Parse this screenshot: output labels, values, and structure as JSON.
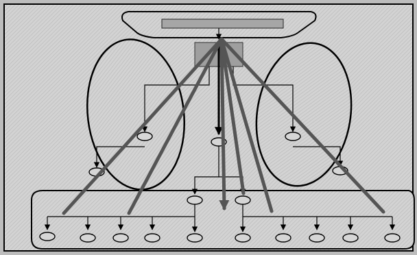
{
  "diagram": {
    "colors": {
      "page_bg": "#bdbdbd",
      "panel_bg": "#d3d3d3",
      "hatch_line": "#bbbbbb",
      "shape_fill": "#cfcfcf",
      "header_bar": "#a6a6a6",
      "hub_box": "#9f9f9f",
      "stroke": "#000000",
      "thick_line": "#555555"
    },
    "nodes": [
      {
        "id": "top-header-bar",
        "kind": "bar"
      },
      {
        "id": "hub-box",
        "kind": "box"
      },
      {
        "id": "left-lobe",
        "kind": "ellipse"
      },
      {
        "id": "right-lobe",
        "kind": "ellipse"
      },
      {
        "id": "bottom-band",
        "kind": "band"
      },
      {
        "id": "left-inner-node",
        "kind": "ellipse"
      },
      {
        "id": "left-lower-node",
        "kind": "ellipse"
      },
      {
        "id": "center-node",
        "kind": "ellipse"
      },
      {
        "id": "right-inner-node",
        "kind": "ellipse"
      },
      {
        "id": "right-lower-node",
        "kind": "ellipse"
      },
      {
        "id": "mid-left-node",
        "kind": "ellipse"
      },
      {
        "id": "mid-right-node",
        "kind": "ellipse"
      },
      {
        "id": "leaf-node-1",
        "kind": "ellipse"
      },
      {
        "id": "leaf-node-2",
        "kind": "ellipse"
      },
      {
        "id": "leaf-node-3",
        "kind": "ellipse"
      },
      {
        "id": "leaf-node-4",
        "kind": "ellipse"
      },
      {
        "id": "leaf-node-5",
        "kind": "ellipse"
      },
      {
        "id": "leaf-node-6",
        "kind": "ellipse"
      },
      {
        "id": "leaf-node-7",
        "kind": "ellipse"
      },
      {
        "id": "leaf-node-8",
        "kind": "ellipse"
      },
      {
        "id": "leaf-node-9",
        "kind": "ellipse"
      },
      {
        "id": "leaf-node-10",
        "kind": "ellipse"
      }
    ],
    "connections": [
      {
        "from": "hub-box",
        "to": "center-node",
        "weight": "medium",
        "arrow": true
      },
      {
        "from": "hub-box",
        "to": "bottom-band",
        "weight": "thick",
        "arrow": true
      },
      {
        "from": "hub-box",
        "to": "leaf-node-1",
        "weight": "thick",
        "arrow": false
      },
      {
        "from": "hub-box",
        "to": "leaf-node-3",
        "weight": "thick",
        "arrow": false
      },
      {
        "from": "hub-box",
        "to": "mid-right-node",
        "weight": "thick",
        "arrow": false
      },
      {
        "from": "hub-box",
        "to": "leaf-node-7",
        "weight": "thick",
        "arrow": false
      },
      {
        "from": "hub-box",
        "to": "leaf-node-10",
        "weight": "thick",
        "arrow": false
      },
      {
        "from": "hub-box",
        "to": "left-inner-node",
        "weight": "thin",
        "arrow": true
      },
      {
        "from": "hub-box",
        "to": "right-inner-node",
        "weight": "thin",
        "arrow": true
      },
      {
        "from": "left-inner-node",
        "to": "left-lower-node",
        "weight": "thin",
        "arrow": true
      },
      {
        "from": "right-inner-node",
        "to": "right-lower-node",
        "weight": "thin",
        "arrow": true
      },
      {
        "from": "center-node",
        "to": "mid-left-node",
        "weight": "thin",
        "arrow": true
      },
      {
        "from": "center-node",
        "to": "mid-right-node",
        "weight": "thin",
        "arrow": true
      },
      {
        "from": "mid-left-node",
        "to": "leaf-node-5",
        "weight": "thin",
        "arrow": true
      },
      {
        "from": "mid-right-node",
        "to": "leaf-node-6",
        "weight": "thin",
        "arrow": true
      },
      {
        "from": "bottom-band",
        "to": "leaf-node-1",
        "weight": "thin",
        "arrow": true
      },
      {
        "from": "bottom-band",
        "to": "leaf-node-2",
        "weight": "thin",
        "arrow": true
      },
      {
        "from": "bottom-band",
        "to": "leaf-node-3",
        "weight": "thin",
        "arrow": true
      },
      {
        "from": "bottom-band",
        "to": "leaf-node-4",
        "weight": "thin",
        "arrow": true
      },
      {
        "from": "bottom-band",
        "to": "leaf-node-7",
        "weight": "thin",
        "arrow": true
      },
      {
        "from": "bottom-band",
        "to": "leaf-node-8",
        "weight": "thin",
        "arrow": true
      },
      {
        "from": "bottom-band",
        "to": "leaf-node-9",
        "weight": "thin",
        "arrow": true
      },
      {
        "from": "bottom-band",
        "to": "leaf-node-10",
        "weight": "thin",
        "arrow": true
      }
    ]
  }
}
